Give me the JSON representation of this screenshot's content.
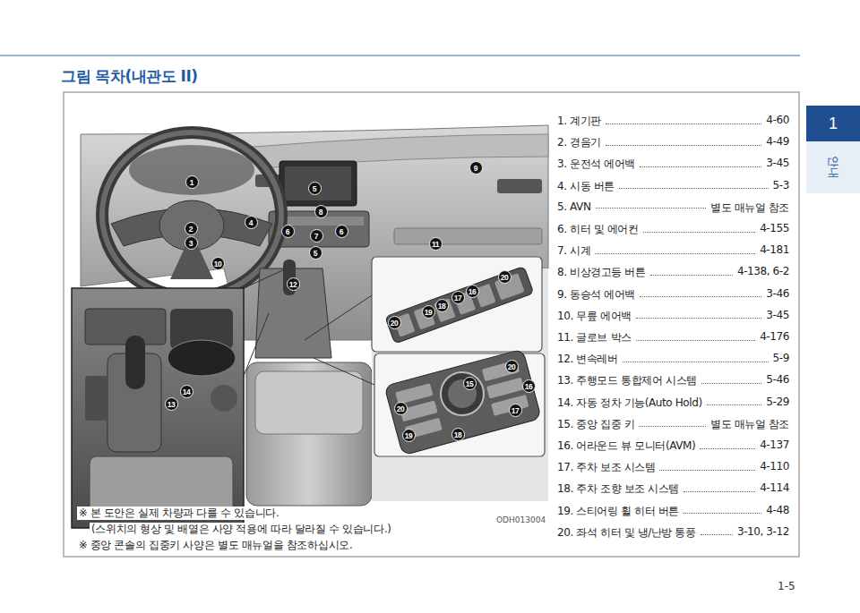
{
  "diagram": {
    "title": "그림 목차(내관도 II)",
    "nodes": [
      {
        "text": [
          "1",
          "안내"
        ]
      }
    ],
    "labels": [
      "1",
      "5",
      "9",
      "8",
      "4",
      "2",
      "6",
      "7",
      "6",
      "3",
      "5",
      "11",
      "10",
      "12",
      "14",
      "13",
      "20",
      "16",
      "17",
      "18",
      "19",
      "20",
      "20",
      "15",
      "16",
      "20",
      "17",
      "18",
      "19",
      "1. 계기판",
      "4-60",
      "2. 경음기",
      "4-49",
      "3. 운전석 에어백",
      "3-45",
      "4. 시동 버튼",
      "5-3",
      "5. AVN",
      "별도 매뉴얼 참조",
      "6. 히터 및 에어컨",
      "4-155",
      "7. 시계",
      "4-181",
      "8. 비상경고등 버튼",
      "4-138, 6-2",
      "9. 동승석 에어백",
      "3-46",
      "10. 무릎 에어백",
      "3-45",
      "11. 글로브 박스",
      "4-176",
      "12. 변속레버",
      "5-9",
      "13. 주행모드 통합제어 시스템",
      "5-46",
      "14. 자동 정차 기능(Auto Hold)",
      "5-29",
      "15. 중앙 집중 키",
      "별도 매뉴얼 참조",
      "16. 어라운드 뷰 모니터(AVM)",
      "4-137",
      "17. 주차 보조 시스템",
      "4-110",
      "18. 주차 조향 보조 시스템",
      "4-114",
      "19. 스티어링 휠 히터 버튼",
      "4-48",
      "20. 좌석 히터 및 냉/난방 통풍",
      "3-10, 3-12",
      "※ 본 도안은 실제 차량과 다를 수 있습니다.",
      "(스위치의 형상 및 배열은 사양 적용에 따라 달라질 수 있습니다.)",
      "※ 중앙 콘솔의 집중키 사양은 별도 매뉴얼을 참조하십시오.",
      "ODH013004",
      "1-5"
    ]
  }
}
